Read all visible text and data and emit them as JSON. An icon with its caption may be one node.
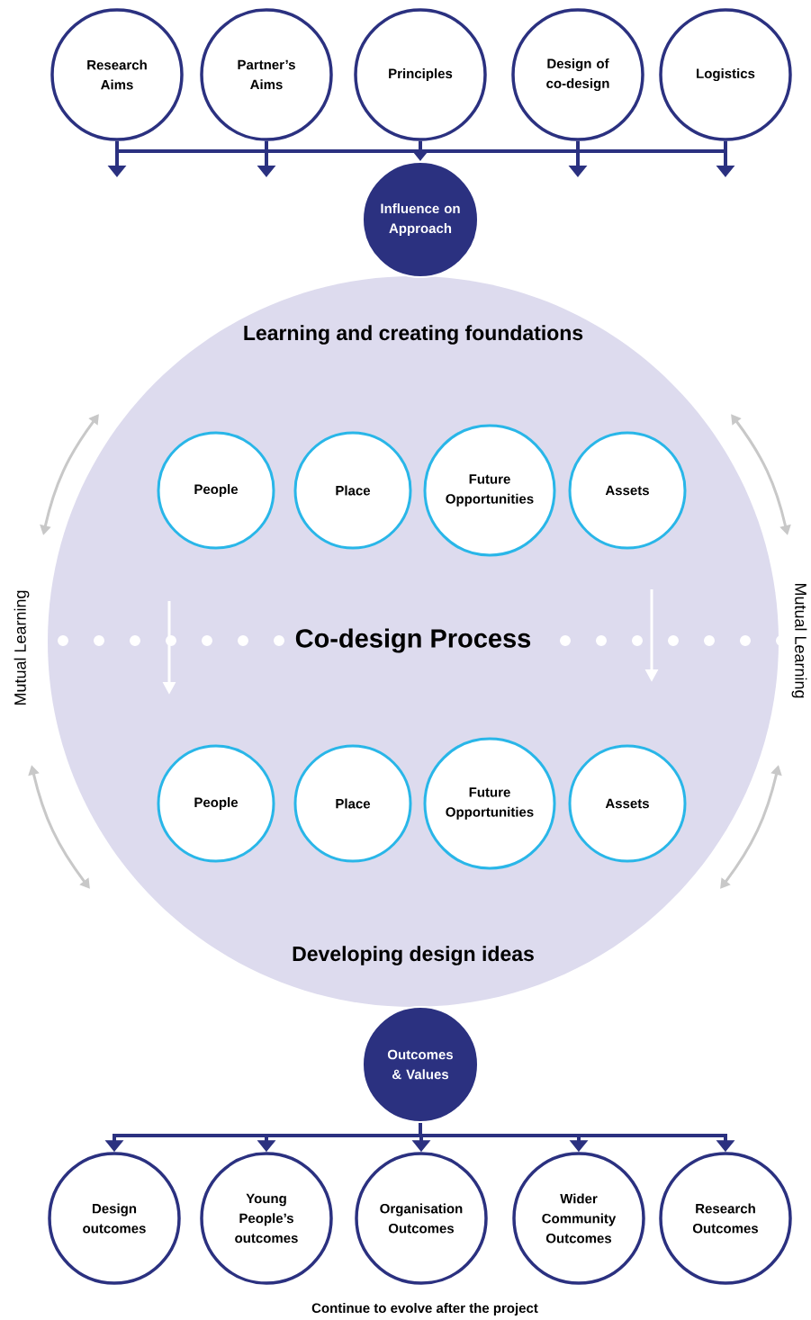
{
  "diagram": {
    "nodes": [
      {
        "text": [
          "Research Aims"
        ]
      },
      {
        "text": [
          "Partner’s Aims"
        ]
      },
      {
        "text": [
          "Principles"
        ]
      },
      {
        "text": [
          "Design of co-design"
        ]
      },
      {
        "text": [
          "Logistics"
        ]
      },
      {
        "text": [
          "Influence on Approach"
        ]
      },
      {
        "text": [
          "Learning and creating foundations",
          "Co-design Process",
          "Developing design ideas"
        ]
      },
      {
        "text": [
          "People"
        ],
        "in": 6
      },
      {
        "text": [
          "Place"
        ],
        "in": 6
      },
      {
        "text": [
          "Future Opportunities"
        ],
        "in": 6
      },
      {
        "text": [
          "Assets"
        ],
        "in": 6
      },
      {
        "text": [
          "People"
        ],
        "in": 6
      },
      {
        "text": [
          "Place"
        ],
        "in": 6
      },
      {
        "text": [
          "Future Opportunities"
        ],
        "in": 6
      },
      {
        "text": [
          "Assets"
        ],
        "in": 6
      },
      {
        "text": [
          "Outcomes & Values"
        ]
      },
      {
        "text": [
          "Design outcomes"
        ]
      },
      {
        "text": [
          "Young People’s outcomes"
        ]
      },
      {
        "text": [
          "Organisation Outcomes"
        ]
      },
      {
        "text": [
          "Wider Community Outcomes"
        ]
      },
      {
        "text": [
          "Research Outcomes"
        ]
      }
    ],
    "edges": [
      {
        "from": 0,
        "to": null,
        "arrow": "to"
      },
      {
        "from": 1,
        "to": null,
        "arrow": "to"
      },
      {
        "from": 2,
        "to": 5,
        "arrow": "to"
      },
      {
        "from": 3,
        "to": null,
        "arrow": "to"
      },
      {
        "from": 4,
        "to": null,
        "arrow": "to"
      },
      {
        "from": 15,
        "to": 16,
        "arrow": "to"
      },
      {
        "from": 15,
        "to": 17,
        "arrow": "to"
      },
      {
        "from": 15,
        "to": 18,
        "arrow": "to"
      },
      {
        "from": 15,
        "to": 19,
        "arrow": "to"
      },
      {
        "from": 15,
        "to": 20,
        "arrow": "to"
      }
    ],
    "labels": [
      "Mutual Learning",
      "Mutual Learning",
      "Continue to evolve after the project"
    ]
  }
}
